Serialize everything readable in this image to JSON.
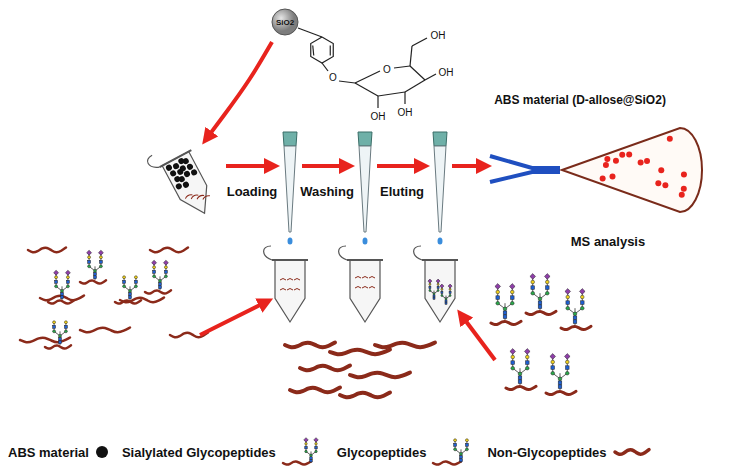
{
  "diagram": {
    "nodes": [
      {
        "text": [
          "SiO2"
        ]
      }
    ],
    "labels": [
      "O",
      "O",
      "OH",
      "OH",
      "OH",
      "OH",
      "ABS material (D-allose@SiO2)",
      "Loading",
      "Washing",
      "Eluting",
      "MS analysis"
    ],
    "legend": [
      {
        "text": "ABS material",
        "color": "#111111"
      },
      {
        "text": "Sialylated Glycopeptides"
      },
      {
        "text": "Glycopeptides"
      },
      {
        "text": "Non-Glycopeptides"
      }
    ]
  }
}
